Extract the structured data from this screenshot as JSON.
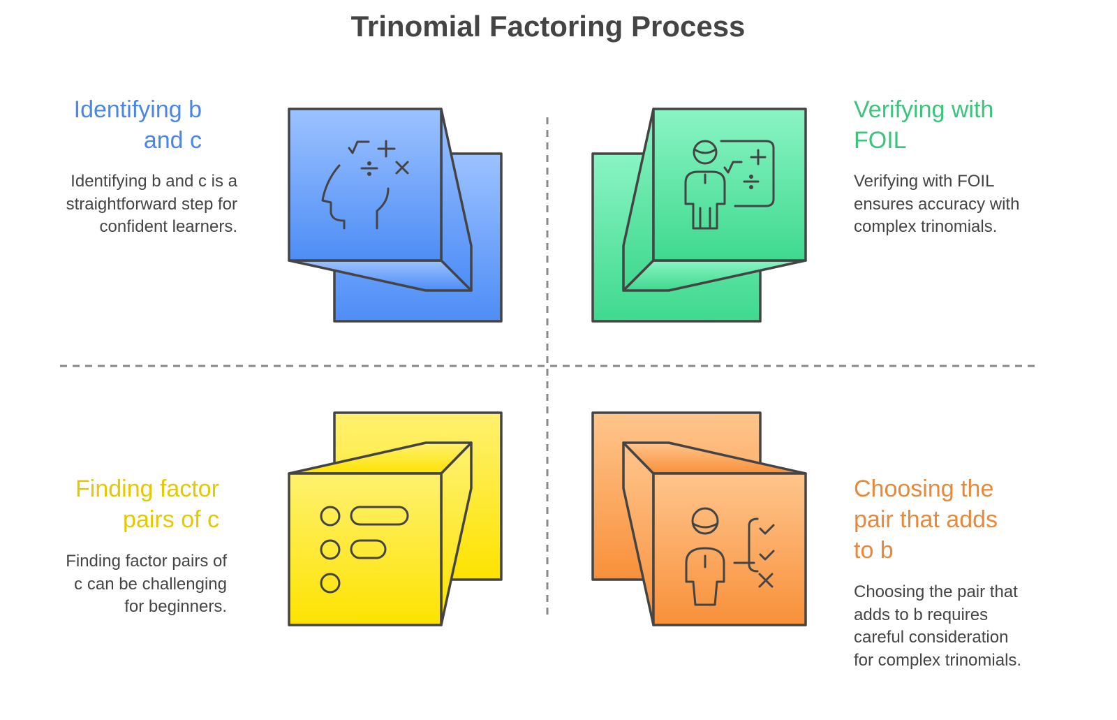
{
  "title": "Trinomial Factoring Process",
  "colors": {
    "blue": "#4a86e8",
    "green": "#3cc47c",
    "yellow": "#e5c900",
    "orange": "#e8883a",
    "stroke": "#444444",
    "divider": "#888888"
  },
  "quadrants": [
    {
      "heading": "Identifying b and c",
      "text": "Identifying b and c is a straightforward step for confident learners.",
      "icon": "head-math-icon"
    },
    {
      "heading": "Verifying with FOIL",
      "text": "Verifying with FOIL ensures accuracy with complex trinomials.",
      "icon": "teacher-board-icon"
    },
    {
      "heading": "Finding factor pairs of c",
      "text": "Finding factor pairs of c can be challenging for beginners.",
      "icon": "list-options-icon"
    },
    {
      "heading": "Choosing the pair that adds to b",
      "text": "Choosing the pair that adds to b requires careful consideration for complex trinomials.",
      "icon": "person-choice-icon"
    }
  ]
}
